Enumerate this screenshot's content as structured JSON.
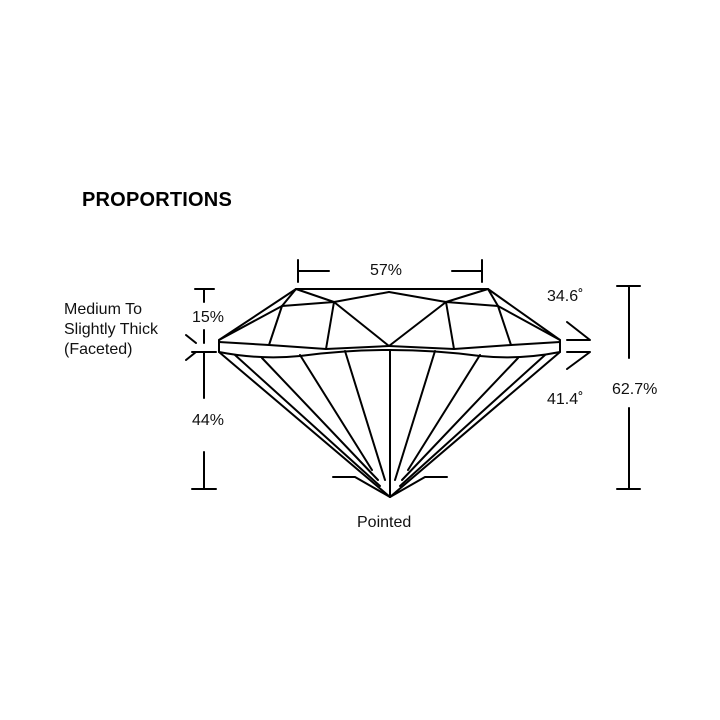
{
  "title": "PROPORTIONS",
  "table_pct": "57%",
  "crown_height_pct": "15%",
  "pavilion_depth_pct": "44%",
  "crown_angle": "34.6˚",
  "pavilion_angle": "41.4˚",
  "total_depth_pct": "62.7%",
  "girdle": {
    "line1": "Medium To",
    "line2": "Slightly Thick",
    "line3": "(Faceted)"
  },
  "culet": "Pointed"
}
